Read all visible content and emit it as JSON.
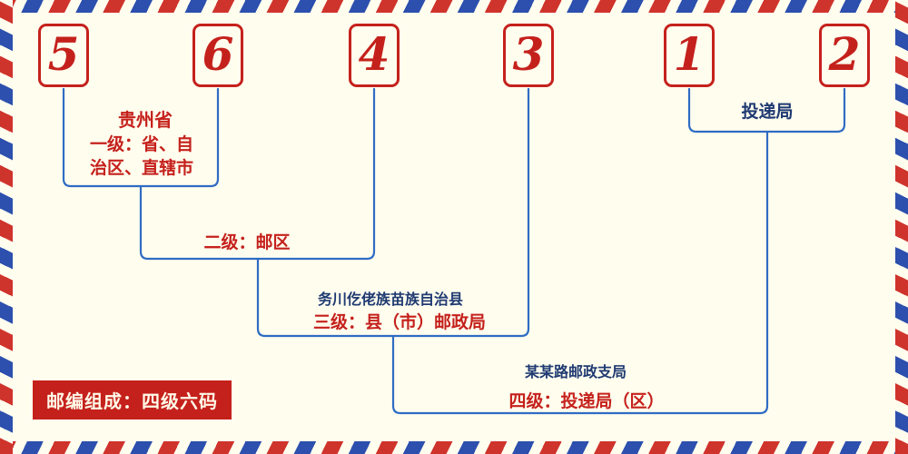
{
  "colors": {
    "red": "#c5211c",
    "blue_line": "#2f6cc4",
    "navy": "#1f3a72",
    "badge_bg": "#c5211c",
    "badge_text": "#fff9e8",
    "bg": "#fffdee"
  },
  "postal_code_digits": [
    "5",
    "6",
    "4",
    "3",
    "1",
    "2"
  ],
  "annotations": {
    "province": {
      "name": "贵州省",
      "level_label_line1": "一级：省、自",
      "level_label_line2": "治区、直辖市"
    },
    "district": {
      "level_label": "二级：邮区"
    },
    "county": {
      "name": "务川仡佬族苗族自治县",
      "level_label": "三级：县（市）邮政局"
    },
    "delivery": {
      "name": "某某路邮政支局",
      "level_label": "四级：投递局（区）",
      "bracket_label": "投递局"
    },
    "badge": "邮编组成：四级六码"
  }
}
